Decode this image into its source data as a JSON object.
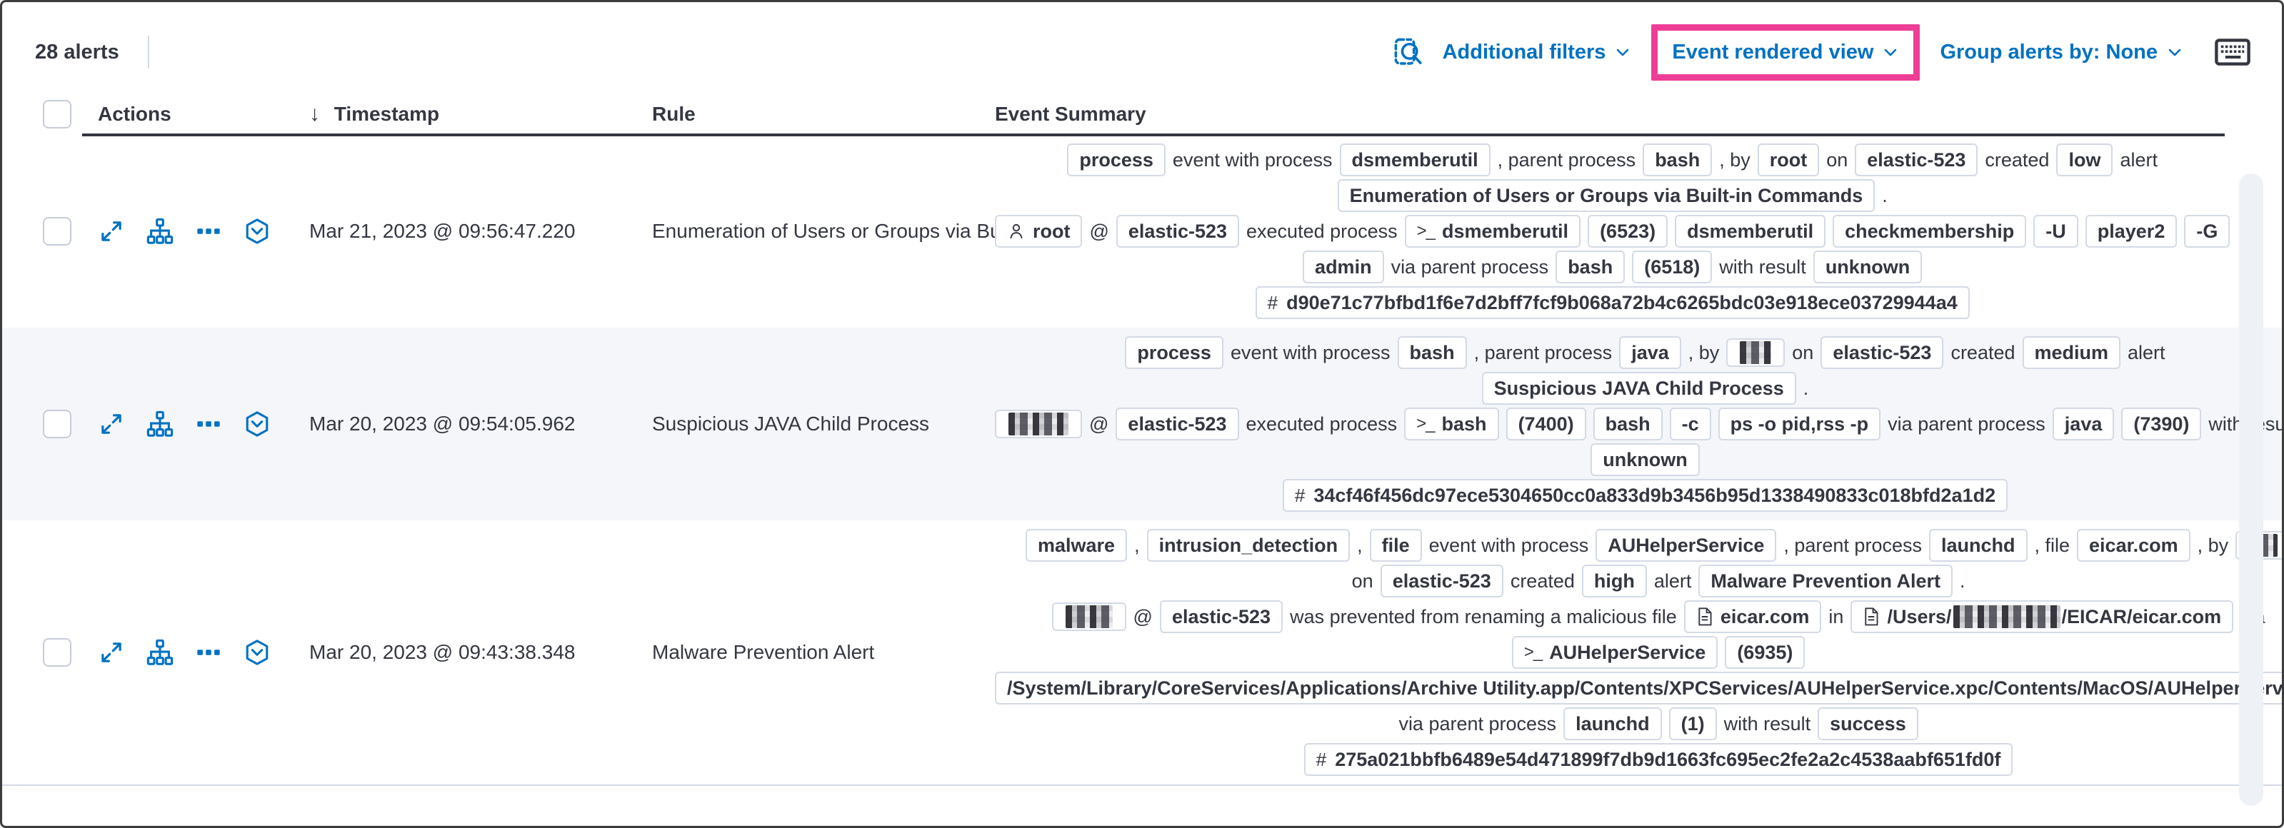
{
  "toolbar": {
    "alert_count": "28 alerts",
    "additional_filters_label": "Additional filters",
    "view_selector_label": "Event rendered view",
    "group_by_label": "Group alerts by: None",
    "link_color": "#0071c2",
    "highlight_color": "#ee3d96",
    "icons": [
      "inspect-icon",
      "keyboard-shortcuts-icon"
    ]
  },
  "table": {
    "header": {
      "actions": "Actions",
      "timestamp": "Timestamp",
      "rule": "Rule",
      "summary": "Event Summary",
      "sort_indicator": "↓"
    },
    "action_icons": [
      "expand-alert-icon",
      "analyze-event-icon",
      "more-actions-icon",
      "investigate-timeline-icon"
    ],
    "rows": [
      {
        "timestamp": "Mar 21, 2023 @ 09:56:47.220",
        "rule": "Enumeration of Users or Groups via Bui",
        "summary_lines": [
          [
            {
              "type": "badge",
              "text": "process"
            },
            {
              "type": "text",
              "text": "event with process"
            },
            {
              "type": "badge",
              "text": "dsmemberutil"
            },
            {
              "type": "text",
              "text": ", parent process"
            },
            {
              "type": "badge",
              "text": "bash"
            },
            {
              "type": "text",
              "text": ", by"
            },
            {
              "type": "badge",
              "text": "root"
            },
            {
              "type": "text",
              "text": "on"
            },
            {
              "type": "badge",
              "text": "elastic-523"
            },
            {
              "type": "text",
              "text": "created"
            },
            {
              "type": "badge",
              "text": "low"
            },
            {
              "type": "text",
              "text": "alert"
            }
          ],
          [
            {
              "type": "badge",
              "text": "Enumeration of Users or Groups via Built-in Commands"
            },
            {
              "type": "text",
              "text": "."
            }
          ],
          [
            {
              "type": "badge",
              "text": "root",
              "icon": "user"
            },
            {
              "type": "text",
              "text": "@"
            },
            {
              "type": "badge",
              "text": "elastic-523"
            },
            {
              "type": "text",
              "text": "executed process"
            },
            {
              "type": "badge",
              "text": "dsmemberutil",
              "icon": "terminal"
            },
            {
              "type": "badge",
              "text": "(6523)"
            },
            {
              "type": "badge",
              "text": "dsmemberutil"
            },
            {
              "type": "badge",
              "text": "checkmembership"
            },
            {
              "type": "badge",
              "text": "-U"
            },
            {
              "type": "badge",
              "text": "player2"
            },
            {
              "type": "badge",
              "text": "-G"
            }
          ],
          [
            {
              "type": "badge",
              "text": "admin"
            },
            {
              "type": "text",
              "text": "via parent process"
            },
            {
              "type": "badge",
              "text": "bash"
            },
            {
              "type": "badge",
              "text": "(6518)"
            },
            {
              "type": "text",
              "text": "with result"
            },
            {
              "type": "badge",
              "text": "unknown"
            }
          ],
          [
            {
              "type": "badge",
              "text": "d90e71c77bfbd1f6e7d2bff7fcf9b068a72b4c6265bdc03e918ece03729944a4",
              "icon": "hash"
            }
          ]
        ]
      },
      {
        "timestamp": "Mar 20, 2023 @ 09:54:05.962",
        "rule": "Suspicious JAVA Child Process",
        "summary_lines": [
          [
            {
              "type": "badge",
              "text": "process"
            },
            {
              "type": "text",
              "text": "event with process"
            },
            {
              "type": "badge",
              "text": "bash"
            },
            {
              "type": "text",
              "text": ", parent process"
            },
            {
              "type": "badge",
              "text": "java"
            },
            {
              "type": "text",
              "text": ", by"
            },
            {
              "type": "badge",
              "redacted_width": 44
            },
            {
              "type": "text",
              "text": "on"
            },
            {
              "type": "badge",
              "text": "elastic-523"
            },
            {
              "type": "text",
              "text": "created"
            },
            {
              "type": "badge",
              "text": "medium"
            },
            {
              "type": "text",
              "text": "alert"
            }
          ],
          [
            {
              "type": "badge",
              "text": "Suspicious JAVA Child Process"
            },
            {
              "type": "text",
              "text": "."
            }
          ],
          [
            {
              "type": "badge",
              "redacted_width": 84
            },
            {
              "type": "text",
              "text": "@"
            },
            {
              "type": "badge",
              "text": "elastic-523"
            },
            {
              "type": "text",
              "text": "executed process"
            },
            {
              "type": "badge",
              "text": "bash",
              "icon": "terminal"
            },
            {
              "type": "badge",
              "text": "(7400)"
            },
            {
              "type": "badge",
              "text": "bash"
            },
            {
              "type": "badge",
              "text": "-c"
            },
            {
              "type": "badge",
              "text": "ps -o pid,rss -p"
            },
            {
              "type": "text",
              "text": "via parent process"
            },
            {
              "type": "badge",
              "text": "java"
            },
            {
              "type": "badge",
              "text": "(7390)"
            },
            {
              "type": "text",
              "text": "with result"
            }
          ],
          [
            {
              "type": "badge",
              "text": "unknown"
            }
          ],
          [
            {
              "type": "badge",
              "text": "34cf46f456dc97ece5304650cc0a833d9b3456b95d1338490833c018bfd2a1d2",
              "icon": "hash"
            }
          ]
        ]
      },
      {
        "timestamp": "Mar 20, 2023 @ 09:43:38.348",
        "rule": "Malware Prevention Alert",
        "summary_lines": [
          [
            {
              "type": "badge",
              "text": "malware"
            },
            {
              "type": "text",
              "text": ","
            },
            {
              "type": "badge",
              "text": "intrusion_detection"
            },
            {
              "type": "text",
              "text": ","
            },
            {
              "type": "badge",
              "text": "file"
            },
            {
              "type": "text",
              "text": "event with process"
            },
            {
              "type": "badge",
              "text": "AUHelperService"
            },
            {
              "type": "text",
              "text": ", parent process"
            },
            {
              "type": "badge",
              "text": "launchd"
            },
            {
              "type": "text",
              "text": ", file"
            },
            {
              "type": "badge",
              "text": "eicar.com"
            },
            {
              "type": "text",
              "text": ", by"
            },
            {
              "type": "badge",
              "redacted_width": 40
            }
          ],
          [
            {
              "type": "text",
              "text": "on"
            },
            {
              "type": "badge",
              "text": "elastic-523"
            },
            {
              "type": "text",
              "text": "created"
            },
            {
              "type": "badge",
              "text": "high"
            },
            {
              "type": "text",
              "text": "alert"
            },
            {
              "type": "badge",
              "text": "Malware Prevention Alert"
            },
            {
              "type": "text",
              "text": "."
            }
          ],
          [
            {
              "type": "badge",
              "redacted_width": 66
            },
            {
              "type": "text",
              "text": "@"
            },
            {
              "type": "badge",
              "text": "elastic-523"
            },
            {
              "type": "text",
              "text": "was prevented from renaming a malicious file"
            },
            {
              "type": "badge",
              "text": "eicar.com",
              "icon": "file"
            },
            {
              "type": "text",
              "text": "in"
            },
            {
              "type": "badge",
              "icon": "file",
              "parts": [
                {
                  "text": "/Users/"
                },
                {
                  "redacted_width": 150
                },
                {
                  "text": "/EICAR/eicar.com"
                }
              ]
            },
            {
              "type": "text",
              "text": "via"
            }
          ],
          [
            {
              "type": "badge",
              "text": "AUHelperService",
              "icon": "terminal"
            },
            {
              "type": "badge",
              "text": "(6935)"
            }
          ],
          [
            {
              "type": "badge",
              "text": "/System/Library/CoreServices/Applications/Archive Utility.app/Contents/XPCServices/AUHelperService.xpc/Contents/MacOS/AUHelperService"
            }
          ],
          [
            {
              "type": "text",
              "text": "via parent process"
            },
            {
              "type": "badge",
              "text": "launchd"
            },
            {
              "type": "badge",
              "text": "(1)"
            },
            {
              "type": "text",
              "text": "with result"
            },
            {
              "type": "badge",
              "text": "success"
            }
          ],
          [
            {
              "type": "badge",
              "text": "275a021bbfb6489e54d471899f7db9d1663fc695ec2fe2a2c4538aabf651fd0f",
              "icon": "hash"
            }
          ]
        ]
      }
    ]
  }
}
